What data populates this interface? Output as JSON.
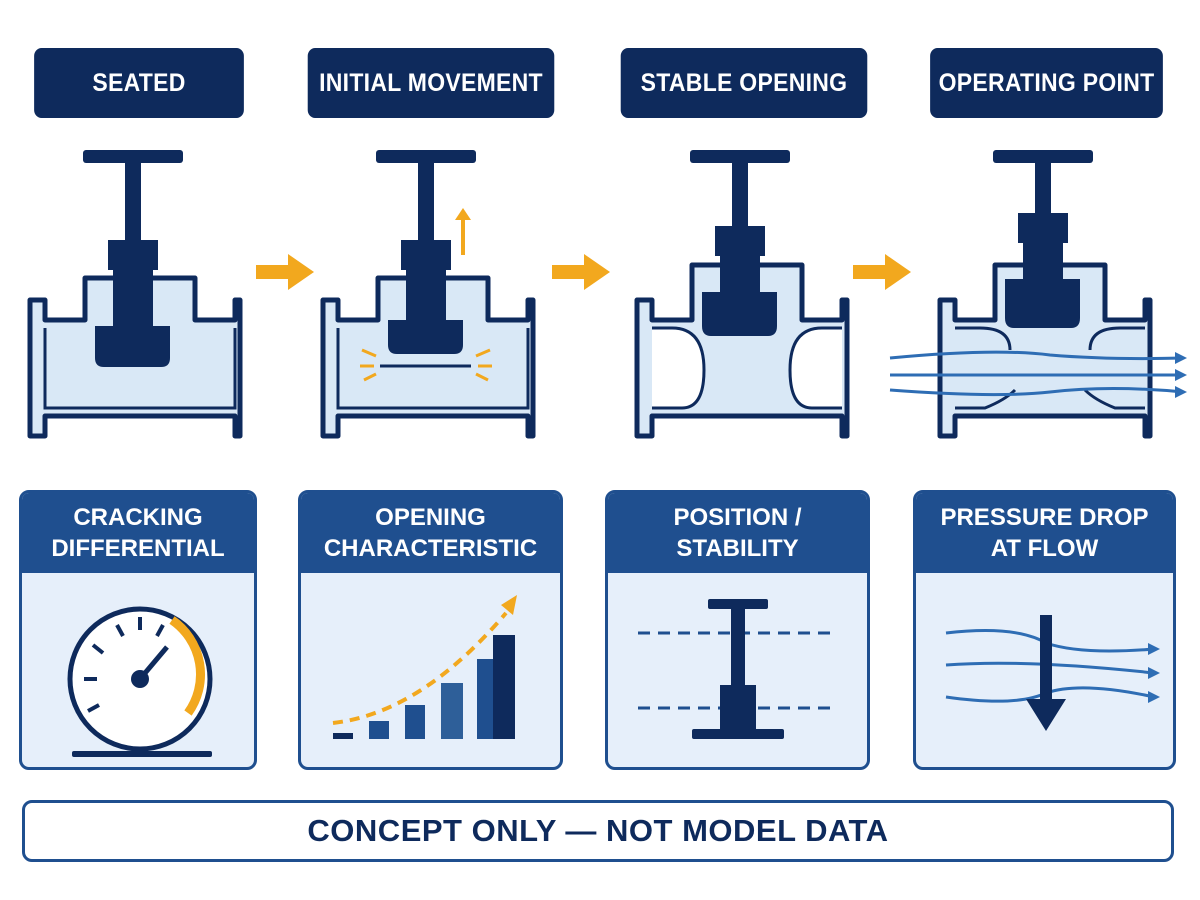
{
  "stages": [
    {
      "label": "SEATED"
    },
    {
      "label": "INITIAL MOVEMENT"
    },
    {
      "label": "STABLE OPENING"
    },
    {
      "label": "OPERATING POINT"
    }
  ],
  "cards": [
    {
      "line1": "CRACKING",
      "line2": "DIFFERENTIAL",
      "icon": "pressure-gauge-icon"
    },
    {
      "line1": "OPENING",
      "line2": "CHARACTERISTIC",
      "icon": "rising-bars-icon"
    },
    {
      "line1": "POSITION /",
      "line2": "STABILITY",
      "icon": "stem-position-icon"
    },
    {
      "line1": "PRESSURE DROP",
      "line2": "AT FLOW",
      "icon": "flow-pressure-drop-icon"
    }
  ],
  "footer": {
    "text": "CONCEPT ONLY — NOT MODEL DATA"
  },
  "colors": {
    "navy": "#0e2a5c",
    "blue": "#1f4f8f",
    "light_blue": "#d9e8f6",
    "accent_orange": "#f2a81e",
    "flow_blue": "#2e6db4"
  }
}
